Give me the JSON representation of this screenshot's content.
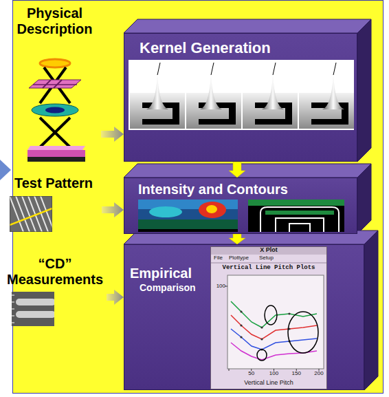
{
  "diagram": {
    "nodes": [
      {
        "text": [
          "Physical Description"
        ]
      },
      {
        "text": [
          "Test Pattern"
        ]
      },
      {
        "text": [
          "“CD” Measurements"
        ]
      },
      {
        "text": [
          "Kernel Generation"
        ]
      },
      {
        "text": [
          "Intensity and Contours"
        ]
      },
      {
        "text": [
          "Empirical",
          "Comparison"
        ]
      }
    ],
    "edges": [
      {
        "from": 0,
        "to": 3,
        "arrow": "to"
      },
      {
        "from": 1,
        "to": 4,
        "arrow": "to"
      },
      {
        "from": 2,
        "to": 5,
        "arrow": "to"
      },
      {
        "from": 3,
        "to": 4,
        "arrow": "to"
      },
      {
        "from": 4,
        "to": 5,
        "arrow": "to"
      }
    ],
    "labels": [
      "X Plot",
      "File",
      "Plottype",
      "Setup",
      "Vertical Line Pitch Plots",
      "100",
      "50",
      "100",
      "150",
      "200",
      "Vertical Line Pitch"
    ]
  }
}
